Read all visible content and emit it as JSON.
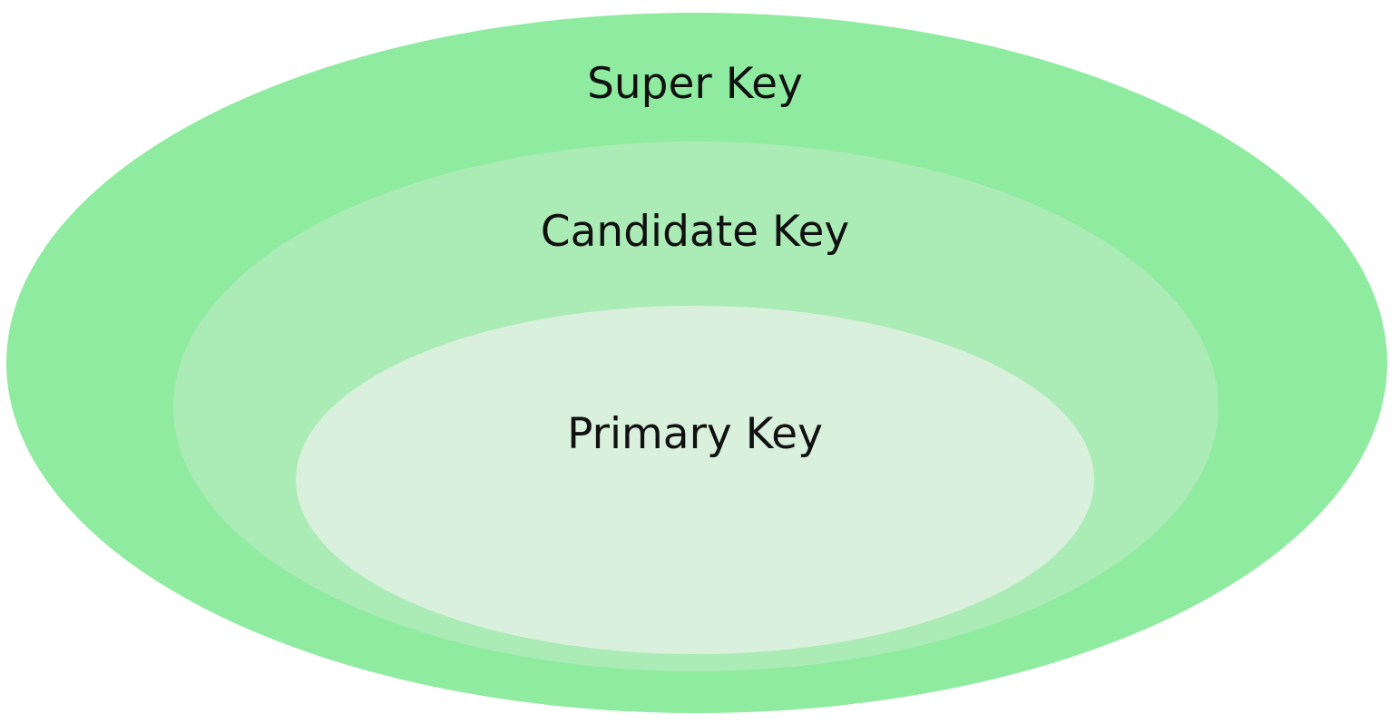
{
  "diagram": {
    "outer": {
      "label": "Super Key",
      "color": "#8feb9f"
    },
    "middle": {
      "label": "Candidate Key",
      "color": "#abebb6"
    },
    "inner": {
      "label": "Primary Key",
      "color": "#d8f0dc"
    }
  }
}
